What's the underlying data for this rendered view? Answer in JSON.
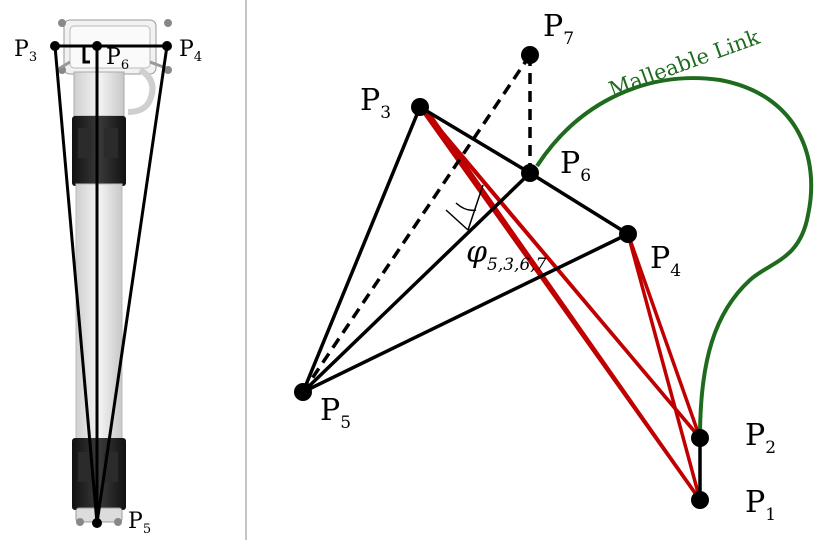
{
  "left_panel": {
    "labels": {
      "p3": {
        "main": "P",
        "sub": "3"
      },
      "p6": {
        "main": "P",
        "sub": "6"
      },
      "p4": {
        "main": "P",
        "sub": "4"
      },
      "p5": {
        "main": "P",
        "sub": "5"
      }
    }
  },
  "right_panel": {
    "labels": {
      "p7": {
        "main": "P",
        "sub": "7"
      },
      "p3": {
        "main": "P",
        "sub": "3"
      },
      "p6": {
        "main": "P",
        "sub": "6"
      },
      "p4": {
        "main": "P",
        "sub": "4"
      },
      "p5": {
        "main": "P",
        "sub": "5"
      },
      "p2": {
        "main": "P",
        "sub": "2"
      },
      "p1": {
        "main": "P",
        "sub": "1"
      }
    },
    "angle_label": {
      "main": "φ",
      "sub": "5,3,6,7"
    },
    "link_label": "Malleable Link"
  },
  "colors": {
    "ink": "#000000",
    "red_link": "#c00000",
    "green_link": "#1e6b1e",
    "divider": "#b0b0b0",
    "arm_light": "#e6e6e6",
    "arm_dark": "#222222"
  }
}
